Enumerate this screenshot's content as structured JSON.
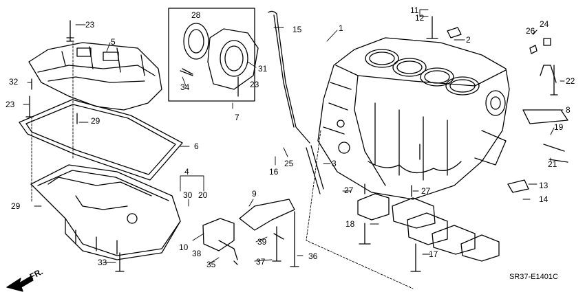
{
  "diagram": {
    "code": "SR37-E1401C",
    "front_label": "FR.",
    "callouts": [
      "1",
      "2",
      "3",
      "4",
      "5",
      "6",
      "7",
      "8",
      "9",
      "10",
      "11",
      "12",
      "13",
      "14",
      "15",
      "16",
      "17",
      "18",
      "19",
      "20",
      "21",
      "22",
      "23",
      "24",
      "25",
      "26",
      "27",
      "28",
      "29",
      "30",
      "31",
      "32",
      "33",
      "34",
      "35",
      "36",
      "37",
      "38",
      "39"
    ]
  }
}
